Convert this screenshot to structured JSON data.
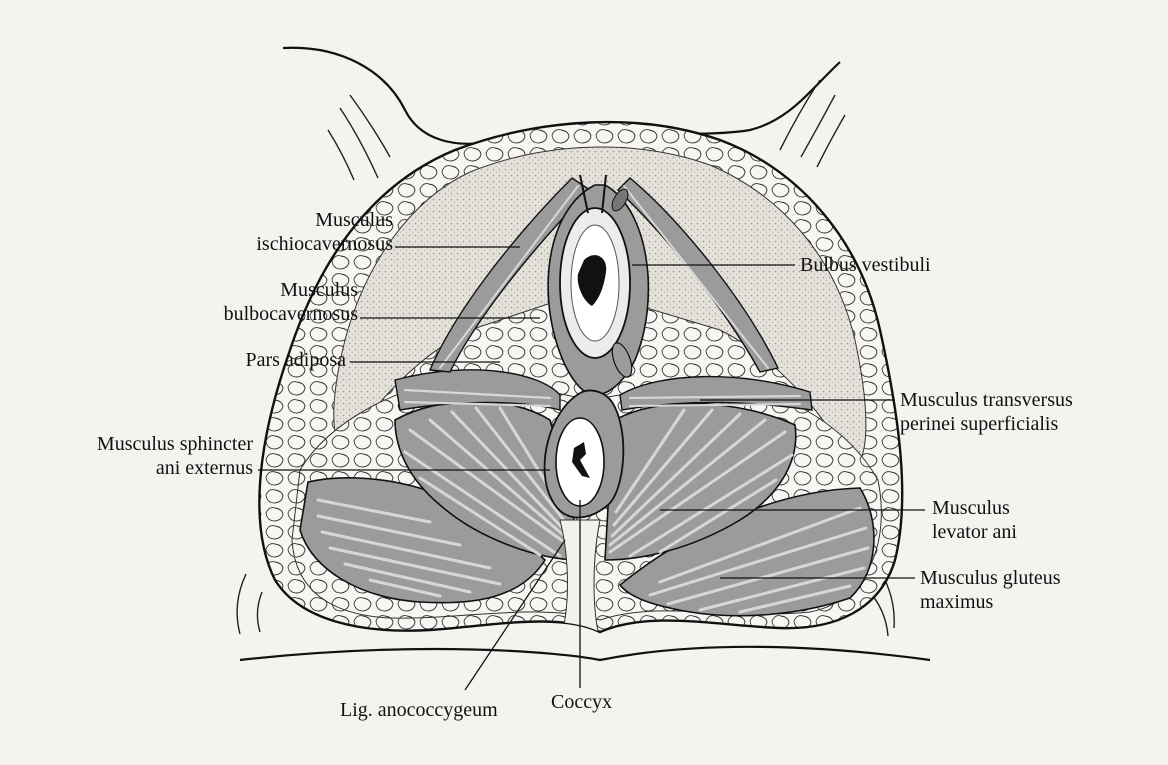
{
  "labels": {
    "ischiocavernosus": {
      "line1": "Musculus",
      "line2": "ischiocavernosus"
    },
    "bulbocavernosus": {
      "line1": "Musculus",
      "line2": "bulbocavernosus"
    },
    "pars_adiposa": "Pars adiposa",
    "sphincter": {
      "line1": "Musculus sphincter",
      "line2": "ani externus"
    },
    "bulbus_vestibuli": "Bulbus vestibuli",
    "transversus": {
      "line1": "Musculus transversus",
      "line2": "perinei superficialis"
    },
    "levator": {
      "line1": "Musculus",
      "line2": "levator ani"
    },
    "gluteus": {
      "line1": "Musculus gluteus",
      "line2": "maximus"
    },
    "anococcygeum": "Lig. anococcygeum",
    "coccyx": "Coccyx"
  },
  "colors": {
    "paper": "#f4f3f0",
    "ink": "#111111",
    "muscle": "#8f8f8f",
    "fat": "#d9d6cf"
  }
}
